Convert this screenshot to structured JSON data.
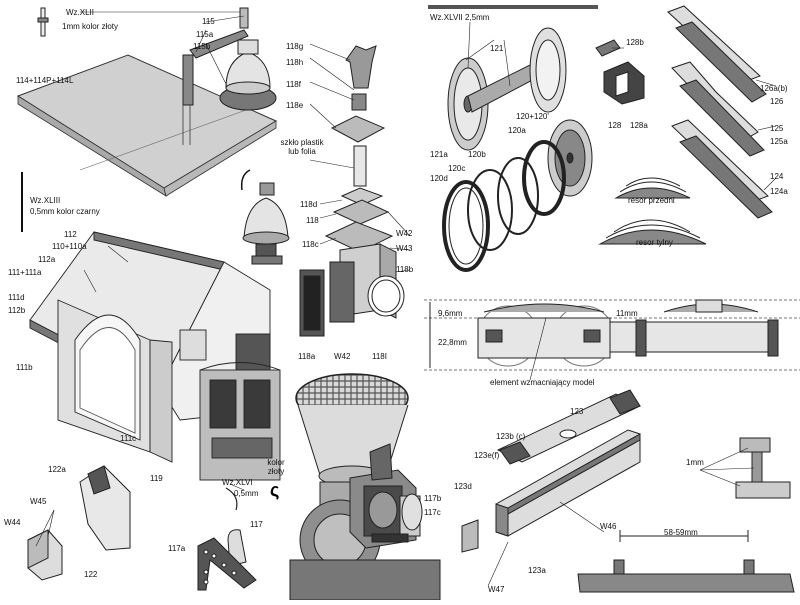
{
  "labels": {
    "wz42": "Wz.XLII",
    "mm1_gold": "1mm kolor złoty",
    "n115": "115",
    "n115a": "115a",
    "n115b": "115b",
    "n114": "114+114P+114L",
    "wz43": "Wz.XLIII",
    "mm05_black": "0,5mm kolor czarny",
    "n118g": "118g",
    "n118h": "118h",
    "n118f": "118f",
    "n118e": "118e",
    "glass_note": "szkło plastik lub folia",
    "n118d": "118d",
    "n118": "118",
    "n118c": "118c",
    "w42a": "W42",
    "w43": "W43",
    "n118b": "118b",
    "n118a": "118a",
    "w42b": "W42",
    "n118i": "118I",
    "n112": "112",
    "n110": "110+110a",
    "n112a": "112a",
    "n111": "111+111a",
    "n111d": "111d",
    "n112b": "112b",
    "n111b": "111b",
    "n111c": "111c",
    "n119": "119",
    "wz41": "Wz.XLVI",
    "mm05": "0,5mm",
    "color_gold": "kolor złoty",
    "n117": "117",
    "n117a": "117a",
    "n117b": "117b",
    "n117c": "117c",
    "n122a": "122a",
    "w45": "W45",
    "w44": "W44",
    "n122": "122",
    "wz47": "Wz.XLVII 2,5mm",
    "n121": "121",
    "n120": "120+120'",
    "n121a": "121a",
    "n120a": "120a",
    "n120b": "120b",
    "n120c": "120c",
    "n120d": "120d",
    "n128b": "128b",
    "n128": "128",
    "n128a": "128a",
    "n126ab": "126a(b)",
    "n126": "126",
    "n125": "125",
    "n125a": "125a",
    "n124": "124",
    "n124a": "124a",
    "spring_front": "resor przedni",
    "spring_rear": "resor tylny",
    "dim96": "9,6mm",
    "dim228": "22,8mm",
    "dim11": "11mm",
    "reinforce": "element wzmacniający model",
    "n123": "123",
    "n123b": "123b (c)",
    "n123e": "123e(f)",
    "n123d": "123d",
    "w46": "W46",
    "w47": "W47",
    "n123a": "123a",
    "mm1": "1mm",
    "dim5859": "58-59mm"
  }
}
